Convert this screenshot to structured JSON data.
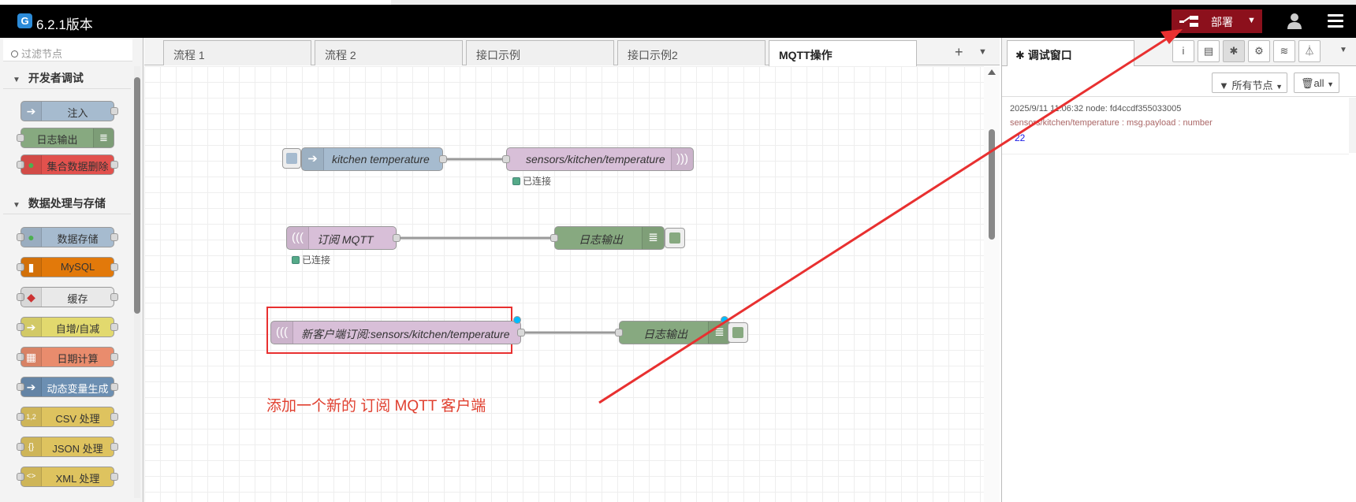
{
  "app": {
    "version_title": "6.2.1版本",
    "logo_glyph": "G"
  },
  "header": {
    "deploy_label": "部署",
    "deploy_color": "#8c101c"
  },
  "palette": {
    "filter_placeholder": "过滤节点",
    "categories": [
      {
        "label": "开发者调试"
      },
      {
        "label": "数据处理与存储"
      }
    ],
    "nodes": [
      {
        "label": "注入",
        "color": "#a6bbcf",
        "icon": "arrow-icon"
      },
      {
        "label": "日志输出",
        "color": "#87a980",
        "icon": "list-icon"
      },
      {
        "label": "集合数据删除",
        "color": "#e2514d",
        "icon": "leaf-icon"
      },
      {
        "label": "数据存储",
        "color": "#a6bbcf",
        "icon": "leaf-icon"
      },
      {
        "label": "MySQL",
        "color": "#e2790a",
        "icon": "database-icon"
      },
      {
        "label": "缓存",
        "color": "#e9e9e9",
        "icon": "redis-icon"
      },
      {
        "label": "自增/自减",
        "color": "#e2d96e",
        "icon": "arrow-icon"
      },
      {
        "label": "日期计算",
        "color": "#e98c6d",
        "icon": "calendar-icon"
      },
      {
        "label": "动态变量生成",
        "color": "#6c8fb2",
        "icon": "arrow-icon"
      },
      {
        "label": "CSV 处理",
        "color": "#dec35f",
        "icon": "csv-icon"
      },
      {
        "label": "JSON 处理",
        "color": "#dec35f",
        "icon": "json-icon"
      },
      {
        "label": "XML 处理",
        "color": "#dec35f",
        "icon": "xml-icon"
      }
    ]
  },
  "tabs": [
    "流程 1",
    "流程 2",
    "接口示例",
    "接口示例2",
    "MQTT操作"
  ],
  "tab_add": "+",
  "flow": {
    "nodes": {
      "inject": "kitchen temperature",
      "mqtt_out": "sensors/kitchen/temperature",
      "mqtt_in": "订阅 MQTT",
      "debug1": "日志输出",
      "mqtt_in_new": "新客户端订阅:sensors/kitchen/temperature",
      "debug2": "日志输出"
    },
    "status_connected": "已连接",
    "annotation": "添加一个新的 订阅 MQTT 客户端"
  },
  "sidebar": {
    "tab_label": "调试窗口",
    "filter_nodes": "所有节点",
    "clear_label": "all",
    "message": {
      "meta": "2025/9/11 11:06:32   node: fd4ccdf355033005",
      "topic": "sensors/kitchen/temperature : msg.payload : number",
      "value": "22"
    }
  },
  "colors": {
    "mqtt": "#d8bfd8",
    "inject": "#a6bbcf",
    "debug": "#87a980",
    "highlight": "#e83030",
    "changed": "#00bcff"
  }
}
